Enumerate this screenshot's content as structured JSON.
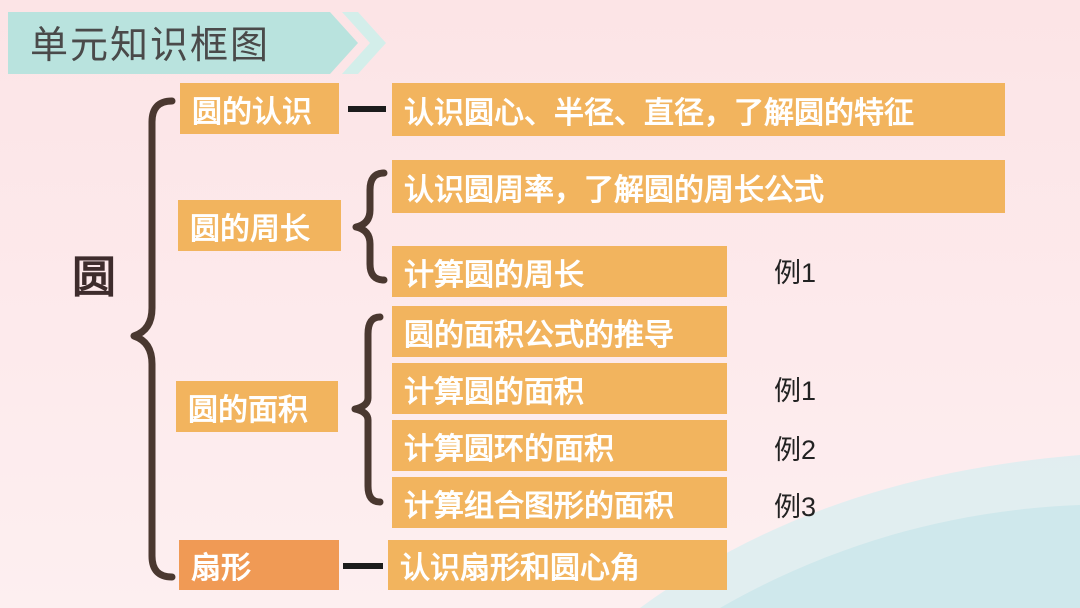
{
  "title": "单元知识框图",
  "root": "圆",
  "branches": [
    {
      "label": "圆的认识",
      "items": [
        {
          "text": "认识圆心、半径、直径，了解圆的特征",
          "example": ""
        }
      ]
    },
    {
      "label": "圆的周长",
      "items": [
        {
          "text": "认识圆周率，了解圆的周长公式",
          "example": ""
        },
        {
          "text": "计算圆的周长",
          "example": "例1"
        }
      ]
    },
    {
      "label": "圆的面积",
      "items": [
        {
          "text": "圆的面积公式的推导",
          "example": ""
        },
        {
          "text": "计算圆的面积",
          "example": "例1"
        },
        {
          "text": "计算圆环的面积",
          "example": "例2"
        },
        {
          "text": "计算组合图形的面积",
          "example": "例3"
        }
      ]
    },
    {
      "label": "扇形",
      "items": [
        {
          "text": "认识扇形和圆心角",
          "example": ""
        }
      ]
    }
  ],
  "colors": {
    "box": "#f2b45e",
    "sector_box": "#f09a55",
    "bracket": "#4a3830",
    "title_bar": "#b9e3de"
  }
}
